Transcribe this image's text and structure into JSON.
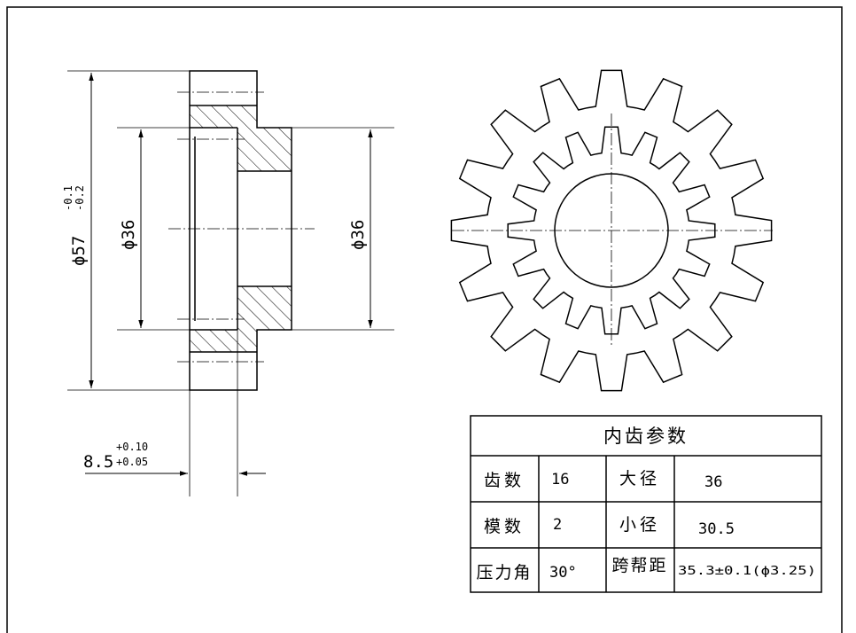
{
  "dims": {
    "outer_dia": {
      "symbol": "ϕ",
      "value": "57",
      "tol_upper": "-0.1",
      "tol_lower": "-0.2"
    },
    "bore_dia_left": {
      "symbol": "ϕ",
      "value": "36"
    },
    "hub_dia_right": {
      "symbol": "ϕ",
      "value": "36"
    },
    "groove_width": {
      "value": "8.5",
      "tol_upper": "+0.10",
      "tol_lower": "+0.05"
    }
  },
  "gear_view": {
    "teeth": 16
  },
  "table": {
    "title": "内齿参数",
    "rows": [
      {
        "k1": "齿数",
        "v1": "16",
        "k2": "大径",
        "v2": "36"
      },
      {
        "k1": "模数",
        "v1": "2",
        "k2": "小径",
        "v2": "30.5"
      },
      {
        "k1": "压力角",
        "v1": "30°",
        "k2": "跨帮距",
        "v2": "35.3±0.1(ϕ3.25)"
      }
    ]
  },
  "colors": {
    "line": "#000000",
    "paper": "#ffffff"
  }
}
